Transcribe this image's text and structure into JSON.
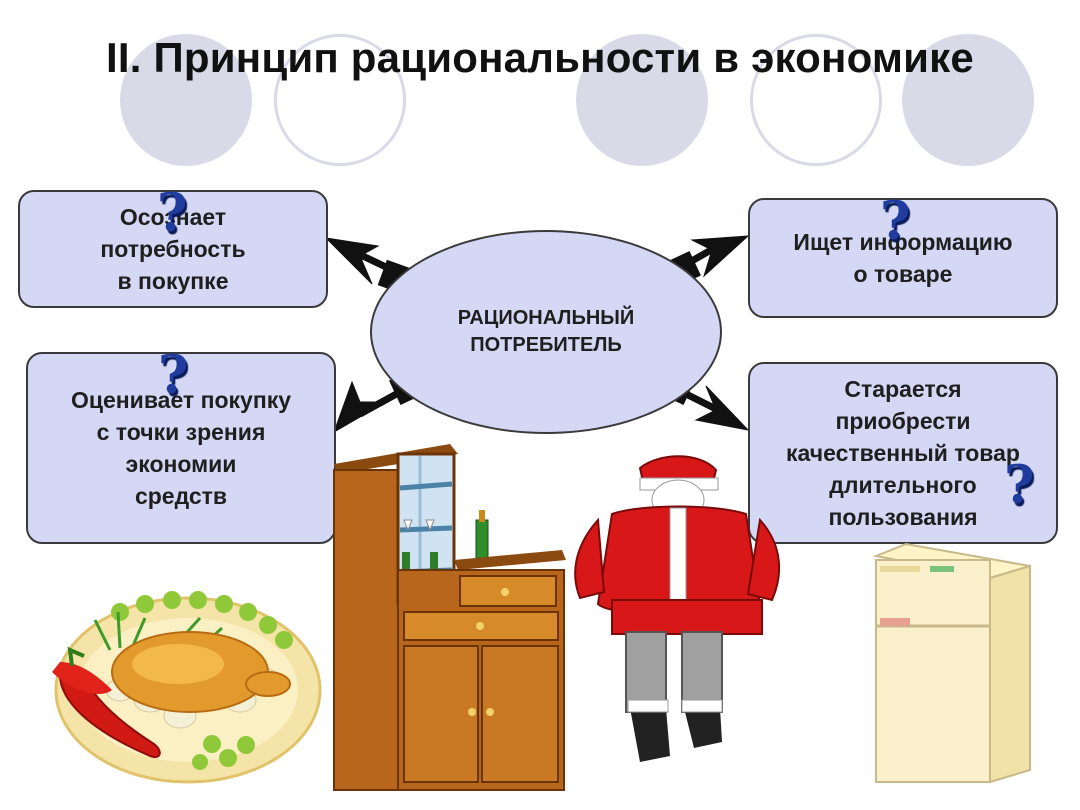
{
  "title": "II. Принцип рациональности в экономике",
  "center": {
    "label": "РАЦИОНАЛЬНЫЙ\nПОТРЕБИТЕЛЬ"
  },
  "boxes": [
    {
      "text": "Осознает\nпотребность\nв покупке"
    },
    {
      "text": "Ищет информацию\nо товаре"
    },
    {
      "text": "Оценивает покупку\nс точки зрения\nэкономии\nсредств"
    },
    {
      "text": "Старается\nприобрести\nкачественный товар\nдлительного\nпользования"
    }
  ],
  "question_mark": "?",
  "icons": [
    "food-plate-icon",
    "cabinet-icon",
    "santa-figure-icon",
    "refrigerator-icon"
  ],
  "colors": {
    "box_fill": "#d4d8f4",
    "question_mark": "#1f3c9e",
    "deco_circle": "#d9d9e8"
  }
}
